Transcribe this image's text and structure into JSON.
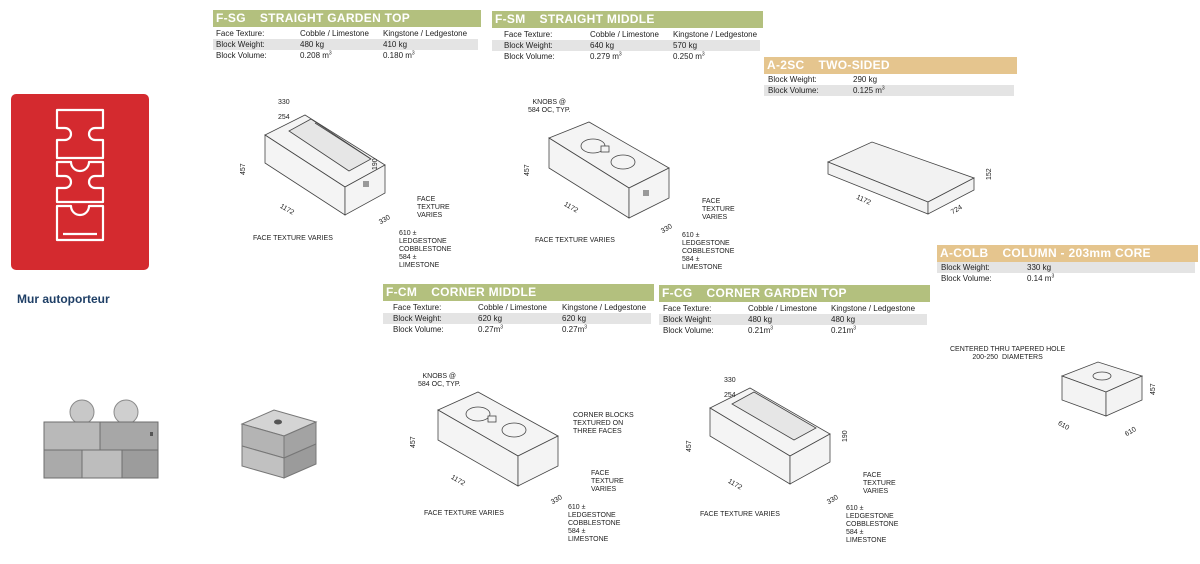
{
  "icon_card": {
    "label": "Mur autoporteur",
    "bg_color": "#d42a2f"
  },
  "labels": {
    "face_texture": "Face Texture:",
    "block_weight": "Block Weight:",
    "block_volume": "Block Volume:"
  },
  "blocks": {
    "fsg": {
      "code": "F-SG",
      "name": "STRAIGHT GARDEN TOP",
      "texture_a": "Cobble / Limestone",
      "texture_b": "Kingstone / Ledgestone",
      "weight_a": "480 kg",
      "weight_b": "410 kg",
      "volume_a": "0.208 m",
      "volume_b": "0.180 m",
      "dims": {
        "w": "330",
        "d": "254",
        "h": "457",
        "l": "1172",
        "inner_h": "190",
        "end": "330"
      },
      "face_texture": "FACE\nTEXTURE\nVARIES",
      "face_texture_varies": "FACE TEXTURE VARIES",
      "height_note": "610 ±\nLEDGESTONE\nCOBBLESTONE\n584 ±\nLIMESTONE"
    },
    "fsm": {
      "code": "F-SM",
      "name": "STRAIGHT MIDDLE",
      "texture_a": "Cobble / Limestone",
      "texture_b": "Kingstone / Ledgestone",
      "weight_a": "640 kg",
      "weight_b": "570 kg",
      "volume_a": "0.279 m",
      "volume_b": "0.250 m",
      "dims": {
        "h": "457",
        "l": "1172",
        "end": "330"
      },
      "knobs": "KNOBS @\n584 OC, TYP.",
      "face_texture": "FACE\nTEXTURE\nVARIES",
      "face_texture_varies": "FACE TEXTURE VARIES",
      "height_note": "610 ±\nLEDGESTONE\nCOBBLESTONE\n584 ±\nLIMESTONE"
    },
    "a2sc": {
      "code": "A-2SC",
      "name": "TWO-SIDED",
      "weight": "290 kg",
      "volume": "0.125 m",
      "dims": {
        "l": "1172",
        "w": "724",
        "h": "152"
      }
    },
    "acol": {
      "code": "A-COLB",
      "name": "COLUMN - 203mm CORE",
      "weight": "330 kg",
      "volume": "0.14 m",
      "note": "CENTERED THRU TAPERED HOLE\n200-250  DIAMETERS",
      "dims": {
        "a": "610",
        "b": "610",
        "h": "457"
      }
    },
    "fcm": {
      "code": "F-CM",
      "name": "CORNER MIDDLE",
      "texture_a": "Cobble / Limestone",
      "texture_b": "Kingstone / Ledgestone",
      "weight_a": "620 kg",
      "weight_b": "620 kg",
      "volume_a": "0.27m",
      "volume_b": "0.27m",
      "dims": {
        "h": "457",
        "l": "1172",
        "end": "330"
      },
      "knobs": "KNOBS @\n584 OC, TYP.",
      "corner_note": "CORNER BLOCKS\nTEXTURED ON\nTHREE FACES",
      "face_texture": "FACE\nTEXTURE\nVARIES",
      "face_texture_varies": "FACE TEXTURE VARIES",
      "height_note": "610 ±\nLEDGESTONE\nCOBBLESTONE\n584 ±\nLIMESTONE"
    },
    "fcg": {
      "code": "F-CG",
      "name": "CORNER  GARDEN TOP",
      "texture_a": "Cobble / Limestone",
      "texture_b": "Kingstone / Ledgestone",
      "weight_a": "480 kg",
      "weight_b": "480 kg",
      "volume_a": "0.21m",
      "volume_b": "0.21m",
      "dims": {
        "w": "330",
        "d": "254",
        "h": "457",
        "l": "1172",
        "inner_h": "190",
        "end": "330"
      },
      "face_texture": "FACE\nTEXTURE\nVARIES",
      "face_texture_varies": "FACE TEXTURE VARIES",
      "height_note": "610 ±\nLEDGESTONE\nCOBBLESTONE\n584 ±\nLIMESTONE"
    }
  },
  "superscript": "3",
  "colors": {
    "green_header": "#b3c07e",
    "orange_header": "#e5c58e",
    "row_shade": "#e4e4e4"
  }
}
